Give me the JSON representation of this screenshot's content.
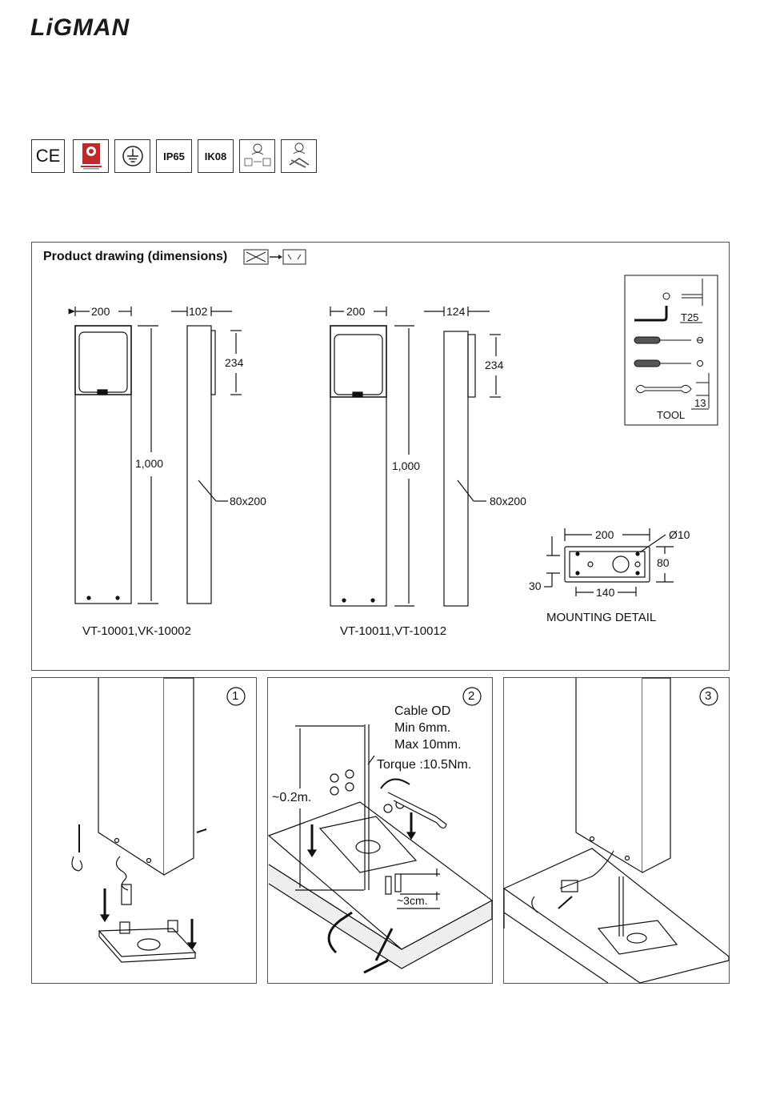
{
  "brand": "LiGMAN",
  "certifications": [
    {
      "name": "ce-mark",
      "label": "CE"
    },
    {
      "name": "quality-badge",
      "label": ""
    },
    {
      "name": "earth-ground-symbol",
      "label": ""
    },
    {
      "name": "ip-rating",
      "label": "IP65"
    },
    {
      "name": "ik-rating",
      "label": "IK08"
    },
    {
      "name": "installer-icon-1",
      "label": ""
    },
    {
      "name": "installer-icon-2",
      "label": ""
    }
  ],
  "drawing": {
    "title": "Product drawing (dimensions)",
    "model_a": {
      "caption": "VT-10001,VK-10002",
      "width": "200",
      "depth": "102",
      "height": "1,000",
      "head": "234",
      "profile": "80x200"
    },
    "model_b": {
      "caption": "VT-10011,VT-10012",
      "width": "200",
      "depth": "124",
      "height": "1,000",
      "head": "234",
      "profile": "80x200"
    },
    "tool": {
      "title": "TOOL",
      "torx": "T25",
      "wrench": "13"
    },
    "mounting": {
      "title": "MOUNTING DETAIL",
      "length": "200",
      "hole": "Ø10",
      "width": "80",
      "offset": "30",
      "spacing": "140"
    }
  },
  "steps": [
    {
      "number": "1"
    },
    {
      "number": "2",
      "cable_title": "Cable OD",
      "cable_min": "Min 6mm.",
      "cable_max": "Max 10mm.",
      "torque": "Torque :10.5Nm.",
      "depth": "~0.2m.",
      "protrude": "~3cm."
    },
    {
      "number": "3"
    }
  ]
}
